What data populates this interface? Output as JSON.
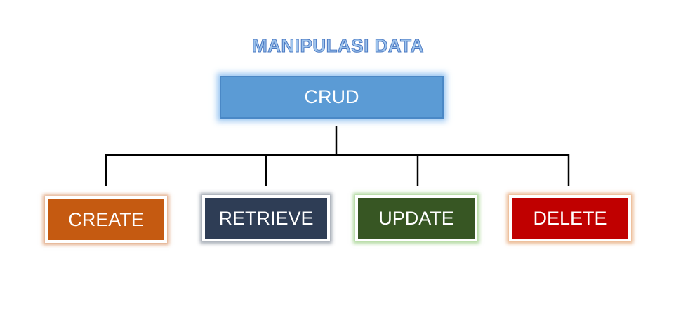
{
  "diagram": {
    "title": "MANIPULASI DATA",
    "root": {
      "label": "CRUD",
      "color": "#5b9bd5"
    },
    "children": [
      {
        "label": "CREATE",
        "color": "#c55a11"
      },
      {
        "label": "RETRIEVE",
        "color": "#2e3d55"
      },
      {
        "label": "UPDATE",
        "color": "#375623"
      },
      {
        "label": "DELETE",
        "color": "#c00000"
      }
    ]
  }
}
